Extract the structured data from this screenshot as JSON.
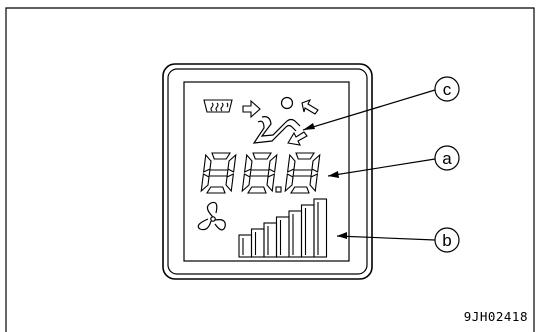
{
  "figure": {
    "callouts": [
      {
        "id": "c",
        "label": "c"
      },
      {
        "id": "a",
        "label": "a"
      },
      {
        "id": "b",
        "label": "b"
      }
    ],
    "figure_id": "9JH02418"
  },
  "display": {
    "temperature_readout": "88.8",
    "icons": [
      "defroster-icon",
      "vent-arrow-icon",
      "operator-seat-icon",
      "foot-arrow-icon",
      "fan-icon"
    ],
    "fan_level_bars": 7
  }
}
